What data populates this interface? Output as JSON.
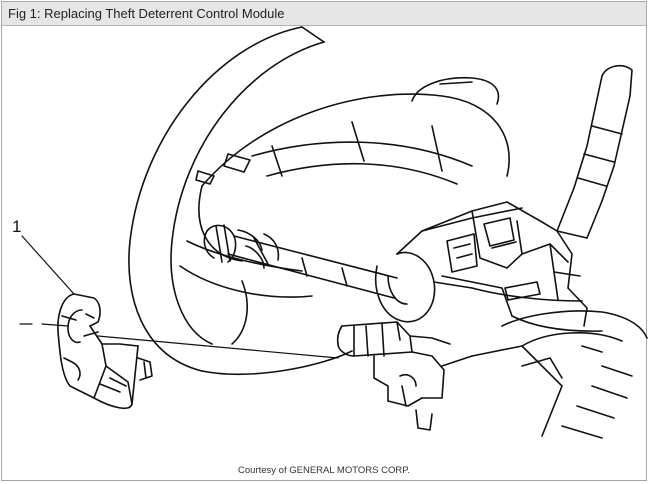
{
  "figure": {
    "title": "Fig 1: Replacing Theft Deterrent Control Module",
    "callout": "1",
    "credit": "Courtesy of GENERAL MOTORS CORP."
  }
}
